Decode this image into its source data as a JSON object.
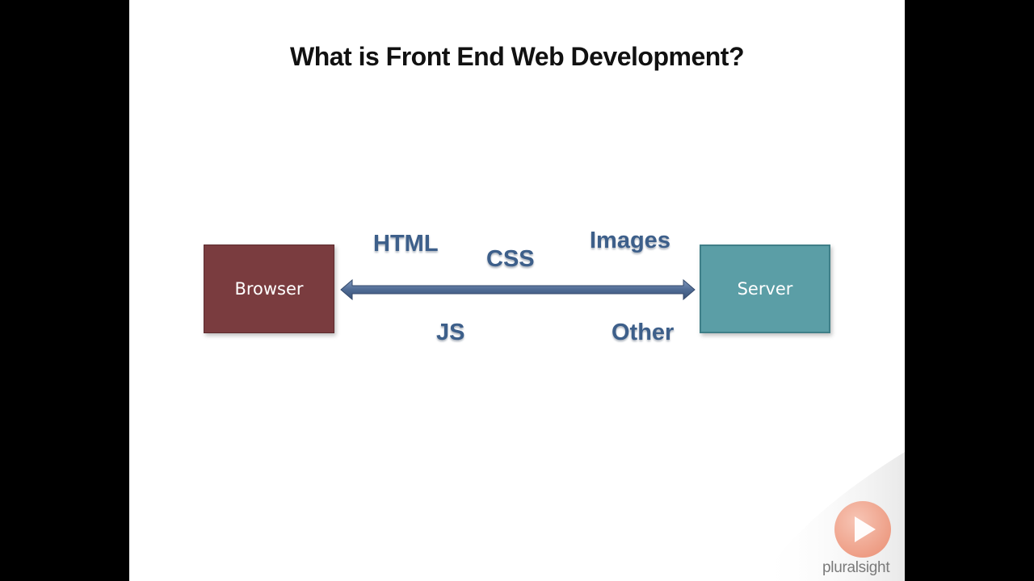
{
  "slide": {
    "title": "What is Front End Web Development?"
  },
  "diagram": {
    "left_box": {
      "label": "Browser",
      "color": "#7a3c3f"
    },
    "right_box": {
      "label": "Server",
      "color": "#5b9ea6"
    },
    "connector": {
      "type": "double-headed-arrow",
      "color": "#4f6b94"
    },
    "terms": {
      "html": "HTML",
      "css": "CSS",
      "images": "Images",
      "js": "JS",
      "other": "Other"
    },
    "term_color": "#3d5f8a"
  },
  "branding": {
    "logo_icon": "play-icon",
    "logo_color": "#f0a088",
    "wordmark": "pluralsight"
  }
}
